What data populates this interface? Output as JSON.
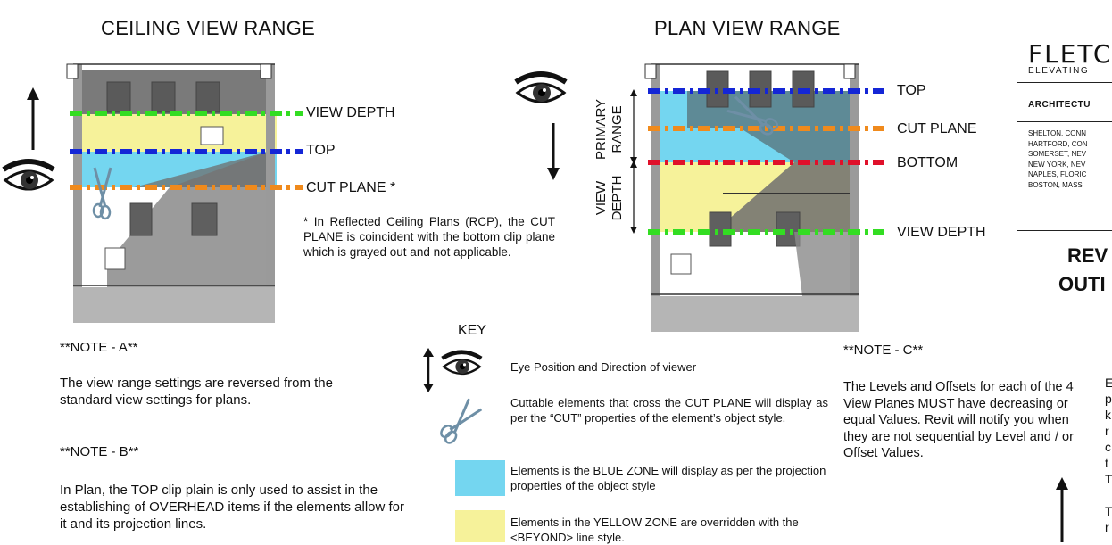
{
  "ceiling": {
    "title": "CEILING VIEW RANGE",
    "labels": {
      "view_depth": "VIEW DEPTH",
      "top": "TOP",
      "cut_plane": "CUT PLANE *"
    },
    "footnote": "* In Reflected Ceiling Plans (RCP), the CUT PLANE is coincident with the bottom clip plane which is grayed out and not applicable."
  },
  "plan": {
    "title": "PLAN VIEW RANGE",
    "labels": {
      "top": "TOP",
      "cut_plane": "CUT PLANE",
      "bottom": "BOTTOM",
      "view_depth": "VIEW DEPTH"
    },
    "side_primary": [
      "PRIMARY",
      "RANGE"
    ],
    "side_view": [
      "VIEW",
      "DEPTH"
    ]
  },
  "notes": {
    "a_title": "**NOTE - A**",
    "a_text": "The view range settings are reversed from the standard view settings for plans.",
    "b_title": "**NOTE - B**",
    "b_text": "In Plan, the TOP clip plain is only used to assist in the establishing of OVERHEAD items if the elements allow for it and its projection lines.",
    "c_title": "**NOTE - C**",
    "c_text": "The Levels and Offsets for each of the 4 View Planes MUST have decreasing or equal Values. Revit will notify you when they are not sequential by Level and / or Offset Values."
  },
  "key": {
    "title": "KEY",
    "eye": "Eye Position and Direction of viewer",
    "cut": "Cuttable elements that cross the CUT PLANE will display as per the “CUT” properties of the element’s object style.",
    "blue": "Elements is the BLUE ZONE will display as per the projection properties of the object style",
    "yellow": "Elements in the YELLOW ZONE are overridden with the <BEYOND> line style."
  },
  "titleblock": {
    "brand": "FLETC",
    "tagline": "ELEVATING",
    "discipline": "ARCHITECTU",
    "offices": [
      "SHELTON, CONN",
      "HARTFORD, CON",
      "SOMERSET, NEV",
      "NEW YORK, NEV",
      "NAPLES, FLORIC",
      "BOSTON, MASS"
    ],
    "sheet_title_1": "REV",
    "sheet_title_2": "OUTI"
  },
  "colors": {
    "blue_zone": "#74d6f0",
    "yellow_zone": "#f6f29a",
    "green_plane": "#33dd22",
    "blue_plane": "#1426d6",
    "orange_plane": "#f08a1c",
    "red_plane": "#e0102a",
    "building_gray": "#7f7f7f",
    "dark_gray": "#4c4c4c"
  }
}
